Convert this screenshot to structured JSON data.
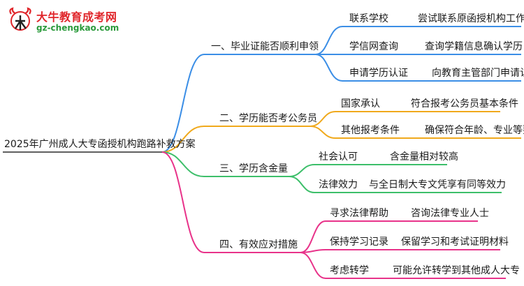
{
  "logo": {
    "name": "大牛教育成考网",
    "domain": "gz-chengkao.com"
  },
  "root": {
    "label": "2025年广州成人大专函授机构跑路补救方案"
  },
  "branches": [
    {
      "label": "一、毕业证能否顺利申领",
      "color": "#3b8ee6",
      "children": [
        {
          "label": "联系学校",
          "detail": "尝试联系原函授机构工作人员"
        },
        {
          "label": "学信网查询",
          "detail": "查询学籍信息确认学历"
        },
        {
          "label": "申请学历认证",
          "detail": "向教育主管部门申请认证"
        }
      ]
    },
    {
      "label": "二、学历能否考公务员",
      "color": "#f0a91c",
      "children": [
        {
          "label": "国家承认",
          "detail": "符合报考公务员基本条件"
        },
        {
          "label": "其他报考条件",
          "detail": "确保符合年龄、专业等要求"
        }
      ]
    },
    {
      "label": "三、学历含金量",
      "color": "#3dbf6a",
      "children": [
        {
          "label": "社会认可",
          "detail": "含金量相对较高"
        },
        {
          "label": "法律效力",
          "detail": "与全日制大专文凭享有同等效力"
        }
      ]
    },
    {
      "label": "四、有效应对措施",
      "color": "#e8338a",
      "children": [
        {
          "label": "寻求法律帮助",
          "detail": "咨询法律专业人士"
        },
        {
          "label": "保持学习记录",
          "detail": "保留学习和考试证明材料"
        },
        {
          "label": "考虑转学",
          "detail": "可能允许转学到其他成人大专"
        }
      ]
    }
  ]
}
